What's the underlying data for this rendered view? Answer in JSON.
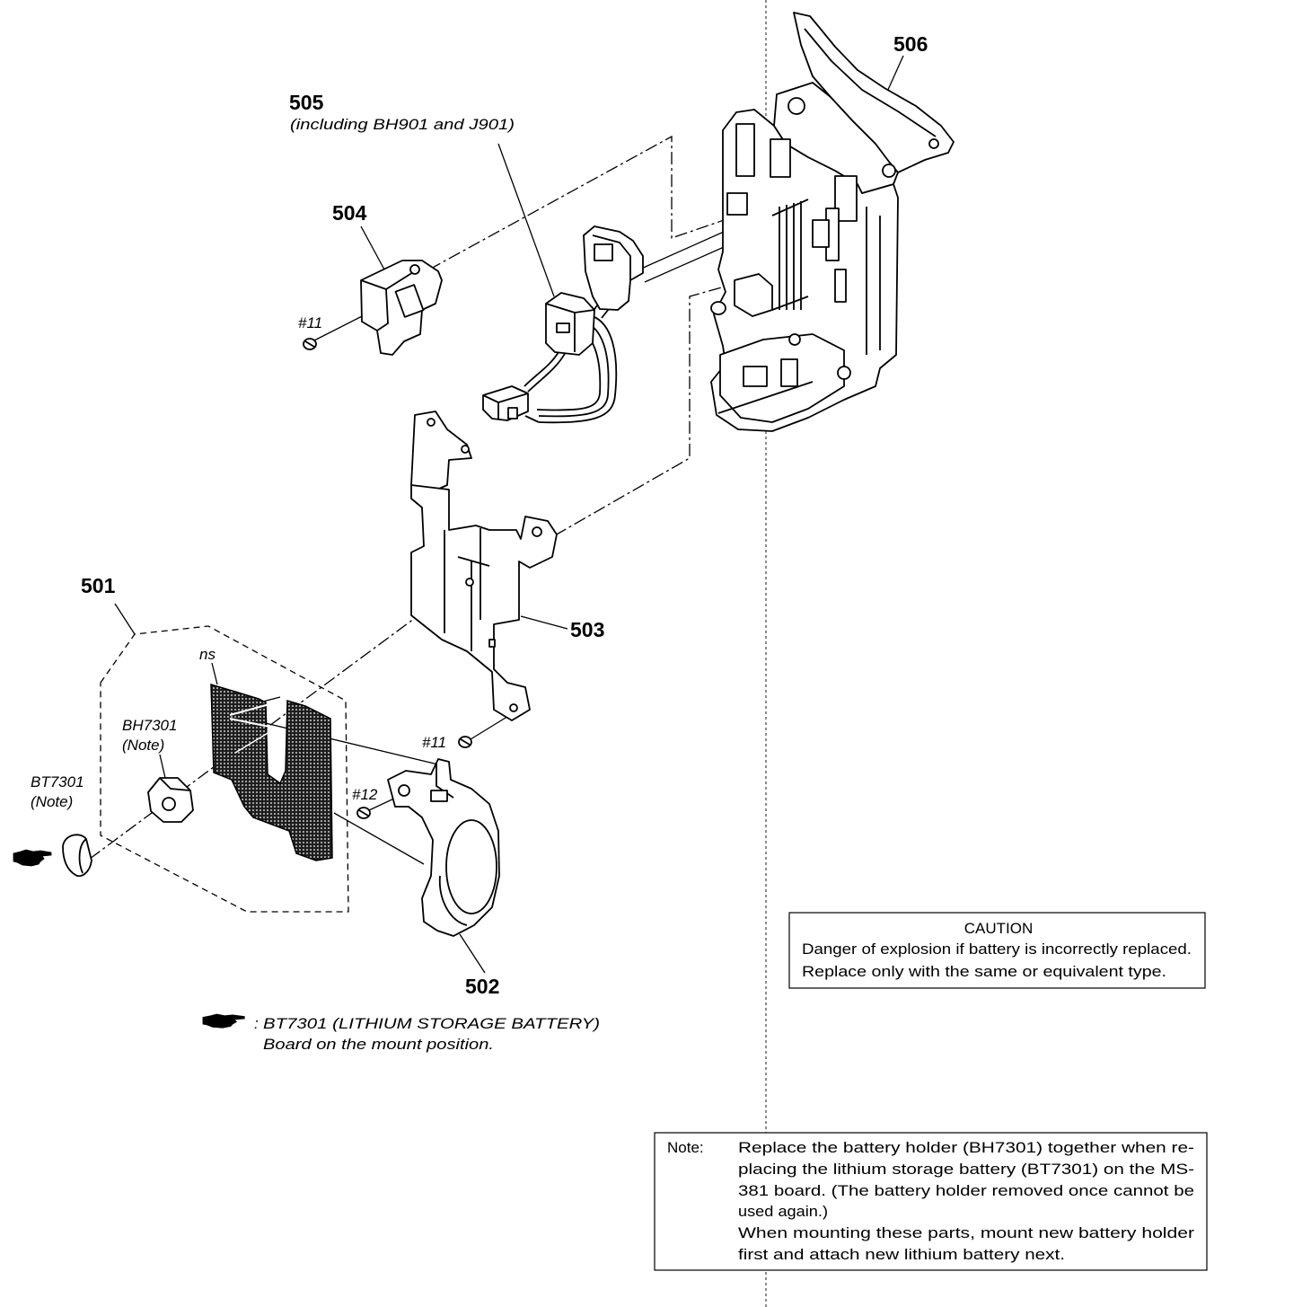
{
  "labels": {
    "part_506": "506",
    "part_505": "505",
    "part_505_note": "(including BH901 and J901)",
    "part_504": "504",
    "screw_11_a": "#11",
    "part_501": "501",
    "part_503": "503",
    "ns": "ns",
    "bh7301": "BH7301",
    "bh7301_note": "(Note)",
    "bt7301": "BT7301",
    "bt7301_note": "(Note)",
    "screw_11_b": "#11",
    "screw_12": "#12",
    "part_502": "502"
  },
  "legend": {
    "separator": ":",
    "line1": "BT7301 (LITHIUM STORAGE BATTERY)",
    "line2": "Board on the mount position."
  },
  "caution": {
    "title": "CAUTION",
    "lines": [
      "Danger of explosion if battery is incorrectly replaced.",
      "Replace only with the same or equivalent type."
    ]
  },
  "note": {
    "label": "Note:",
    "lines": [
      "Replace the battery holder (BH7301) together when re-",
      "placing the lithium storage battery (BT7301) on the MS-",
      "381 board. (The battery holder removed once cannot be",
      "used again.)",
      "When mounting these parts, mount new battery holder",
      "first and attach new lithium battery next."
    ]
  },
  "icons": {
    "battery_marker": "pointing-hand-icon",
    "legend_marker": "pointing-hand-icon"
  }
}
